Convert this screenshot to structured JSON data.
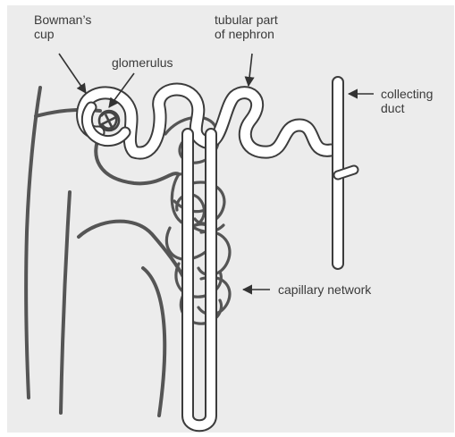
{
  "labels": {
    "bowmans_cup": [
      "Bowman’s",
      "cup"
    ],
    "glomerulus": "glomerulus",
    "tubular_part": [
      "tubular part",
      "of nephron"
    ],
    "collecting_duct": [
      "collecting",
      "duct"
    ],
    "capillary_network": "capillary network"
  },
  "colors": {
    "background": "#ececec",
    "vessel": "#555555",
    "tubule_outline": "#3c3c3c",
    "tubule_fill": "#ffffff",
    "label_text": "#3a3a3a"
  }
}
